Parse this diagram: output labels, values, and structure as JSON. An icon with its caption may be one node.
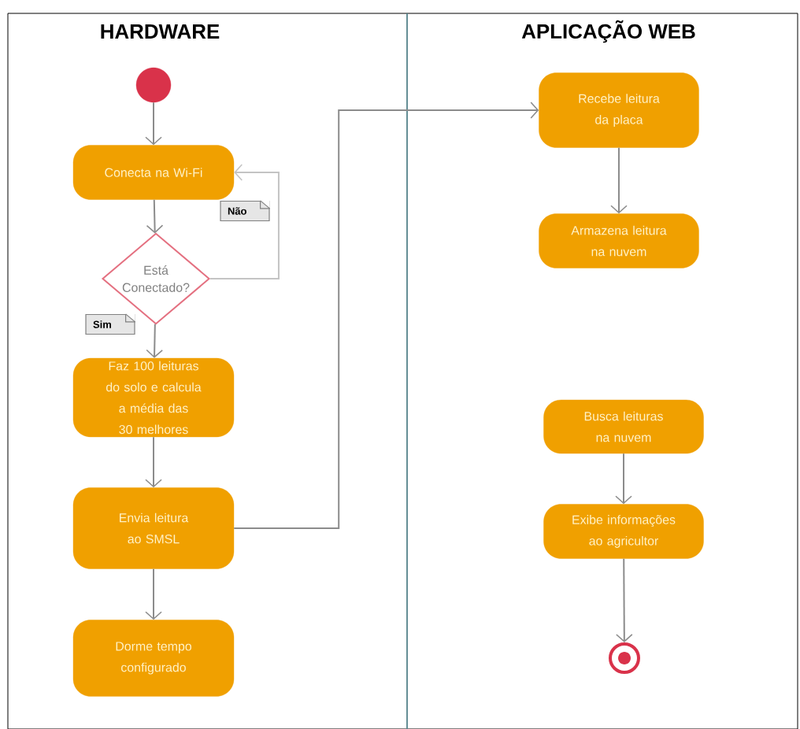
{
  "diagram": {
    "nodes": [
      {
        "text": [
          "HARDWARE"
        ]
      },
      {
        "text": [
          "APLICAÇÃO WEB"
        ]
      },
      {
        "text": [],
        "shape": "circle",
        "in": 0
      },
      {
        "text": [
          "Conecta na Wi-Fi"
        ],
        "in": 0
      },
      {
        "text": [
          "Está Conectado?"
        ],
        "in": 0
      },
      {
        "text": [
          "Faz 100 leituras do solo e calcula a média das 30 melhores"
        ],
        "in": 0
      },
      {
        "text": [
          "Envia leitura ao SMSL"
        ],
        "in": 0
      },
      {
        "text": [
          "Dorme tempo configurado"
        ],
        "in": 0
      },
      {
        "text": [
          "Recebe leitura da placa"
        ],
        "in": 1
      },
      {
        "text": [
          "Armazena leitura na nuvem"
        ],
        "in": 1
      },
      {
        "text": [
          "Busca leituras na nuvem"
        ],
        "in": 1
      },
      {
        "text": [
          "Exibe informações ao agricultor"
        ],
        "in": 1
      },
      {
        "text": [],
        "shape": "bullseye",
        "in": 1
      }
    ],
    "edges": [
      {
        "from": 2,
        "to": 3,
        "arrow": "to"
      },
      {
        "from": 3,
        "to": 4,
        "arrow": "to"
      },
      {
        "from": 4,
        "to": 3,
        "arrow": "to",
        "label": "Não",
        "color": "#c4c4c4"
      },
      {
        "from": 4,
        "to": 5,
        "arrow": "to",
        "label": "Sim"
      },
      {
        "from": 5,
        "to": 6,
        "arrow": "to"
      },
      {
        "from": 6,
        "to": 7,
        "arrow": "to"
      },
      {
        "from": 6,
        "to": 8,
        "arrow": "to"
      },
      {
        "from": 8,
        "to": 9,
        "arrow": "to"
      },
      {
        "from": 10,
        "to": 11,
        "arrow": "to"
      },
      {
        "from": 11,
        "to": 12,
        "arrow": "to"
      }
    ]
  }
}
